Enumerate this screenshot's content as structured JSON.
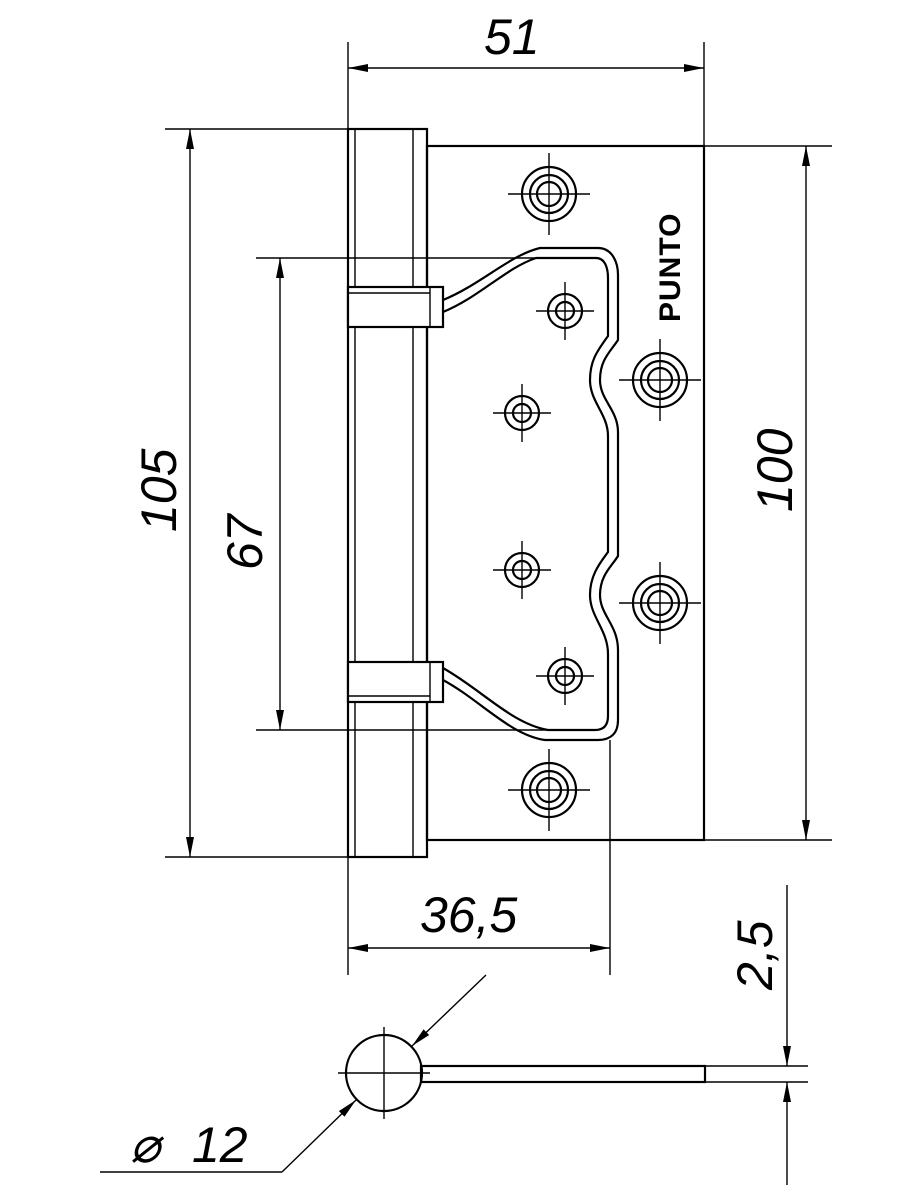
{
  "dimensions": {
    "width_total": "51",
    "height_total": "105",
    "knuckle_spacing": "67",
    "leaf_height": "100",
    "leaf_width": "36,5",
    "thickness": "2,5",
    "knuckle_diameter": "12"
  },
  "diameter_symbol": "⌀",
  "brand": "PUNTO"
}
